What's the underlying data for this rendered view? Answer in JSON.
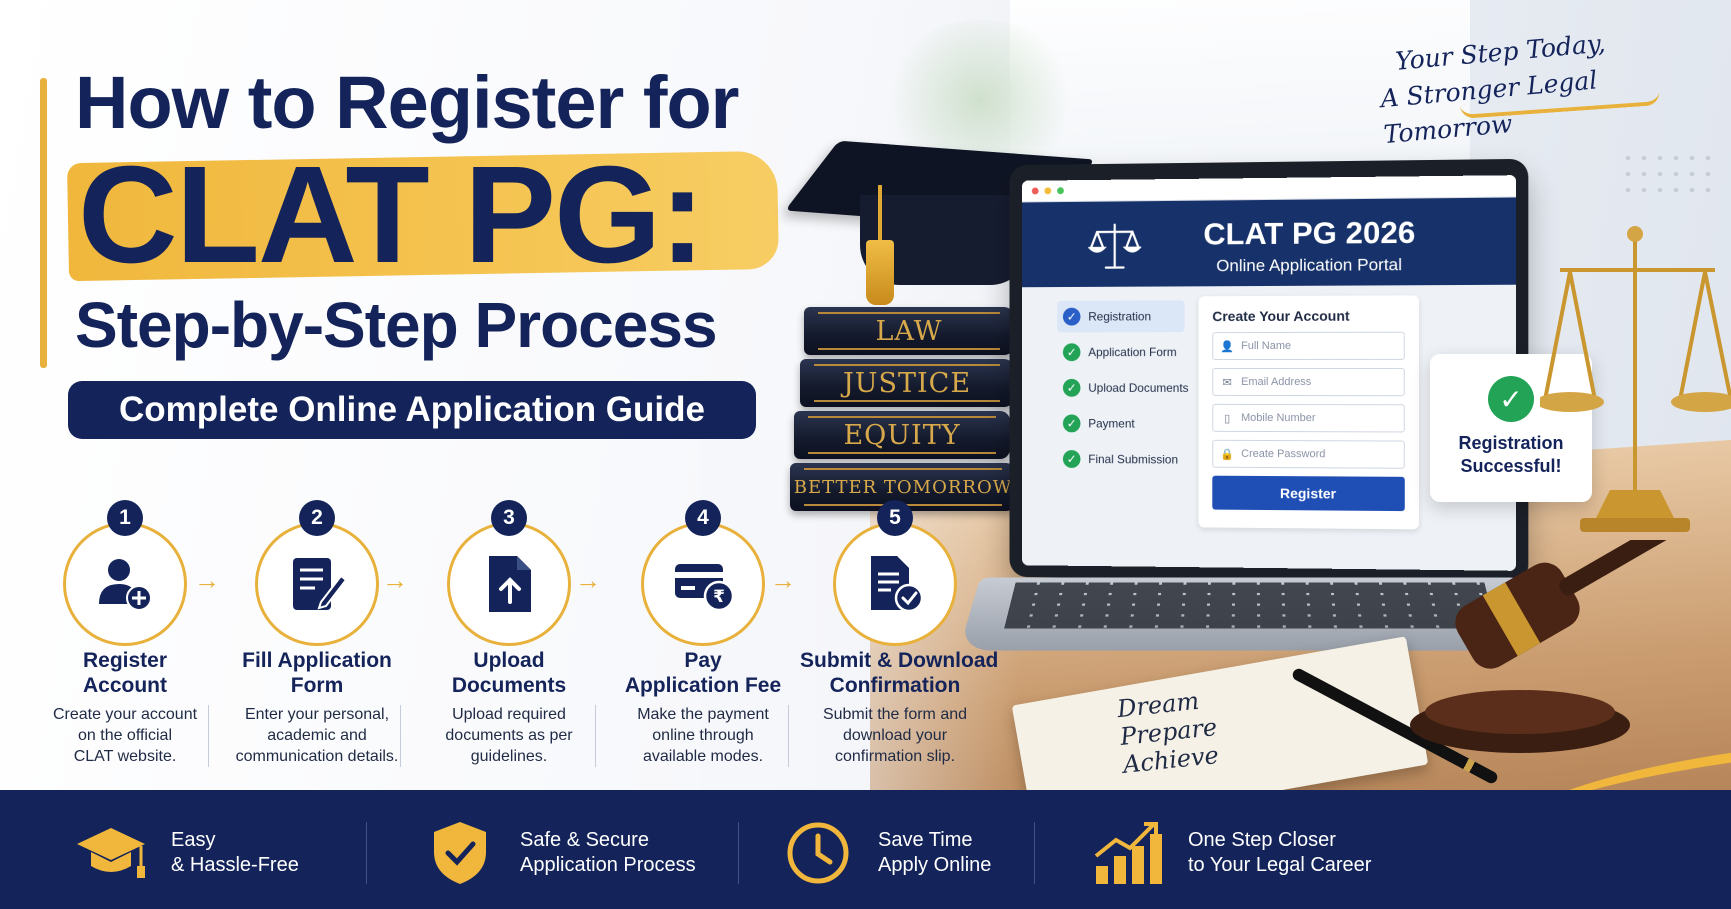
{
  "title": {
    "line1": "How to Register for",
    "line2": "CLAT PG:",
    "line3": "Step-by-Step Process",
    "subtitle": "Complete Online Application Guide"
  },
  "tagline": {
    "line1": "Your Step Today,",
    "line2": "A Stronger Legal Tomorrow"
  },
  "books": [
    "LAW",
    "JUSTICE",
    "EQUITY",
    "BETTER TOMORROW"
  ],
  "portal": {
    "title": "CLAT PG 2026",
    "subtitle": "Online Application Portal",
    "steps": [
      "Registration",
      "Application Form",
      "Upload Documents",
      "Payment",
      "Final Submission"
    ],
    "form": {
      "title": "Create Your Account",
      "fields": [
        "Full Name",
        "Email Address",
        "Mobile Number",
        "Create Password"
      ],
      "button": "Register"
    }
  },
  "success": {
    "line1": "Registration",
    "line2": "Successful!"
  },
  "notepad": [
    "Dream",
    "Prepare",
    "Achieve"
  ],
  "steps": [
    {
      "num": "1",
      "title1": "Register",
      "title2": "Account",
      "desc1": "Create your account",
      "desc2": "on the official",
      "desc3": "CLAT website.",
      "icon": "user-add-icon"
    },
    {
      "num": "2",
      "title1": "Fill Application",
      "title2": "Form",
      "desc1": "Enter your personal,",
      "desc2": "academic and",
      "desc3": "communication details.",
      "icon": "form-edit-icon"
    },
    {
      "num": "3",
      "title1": "Upload",
      "title2": "Documents",
      "desc1": "Upload required",
      "desc2": "documents as per",
      "desc3": "guidelines.",
      "icon": "upload-document-icon"
    },
    {
      "num": "4",
      "title1": "Pay",
      "title2": "Application Fee",
      "desc1": "Make the payment",
      "desc2": "online through",
      "desc3": "available modes.",
      "icon": "payment-card-icon"
    },
    {
      "num": "5",
      "title1": "Submit & Download",
      "title2": "Confirmation",
      "desc1": "Submit the form and",
      "desc2": "download your",
      "desc3": "confirmation slip.",
      "icon": "document-check-icon"
    }
  ],
  "features": [
    {
      "line1": "Easy",
      "line2": "& Hassle-Free",
      "icon": "graduation-cap-icon"
    },
    {
      "line1": "Safe & Secure",
      "line2": "Application Process",
      "icon": "shield-check-icon"
    },
    {
      "line1": "Save Time",
      "line2": "Apply Online",
      "icon": "clock-icon"
    },
    {
      "line1": "One Step Closer",
      "line2": "to Your Legal Career",
      "icon": "growth-chart-icon"
    }
  ],
  "colors": {
    "navy": "#14245a",
    "gold": "#e8b13c",
    "success_green": "#22a356",
    "portal_blue": "#17326a",
    "button_blue": "#1f4fb5"
  }
}
